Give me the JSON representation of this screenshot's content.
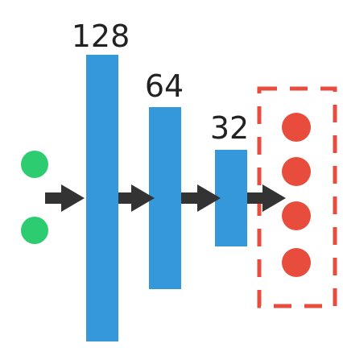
{
  "colors": {
    "input_node": "#2ecc71",
    "layer_bar": "#3498db",
    "arrow": "#333333",
    "output_node": "#e74c3c",
    "output_box_border": "#e74c3c",
    "label_text": "#222222"
  },
  "diagram": {
    "input_nodes": 2,
    "layers": [
      {
        "units": "128"
      },
      {
        "units": "64"
      },
      {
        "units": "32"
      }
    ],
    "output_nodes": 4,
    "output_box_style": "dashed"
  }
}
